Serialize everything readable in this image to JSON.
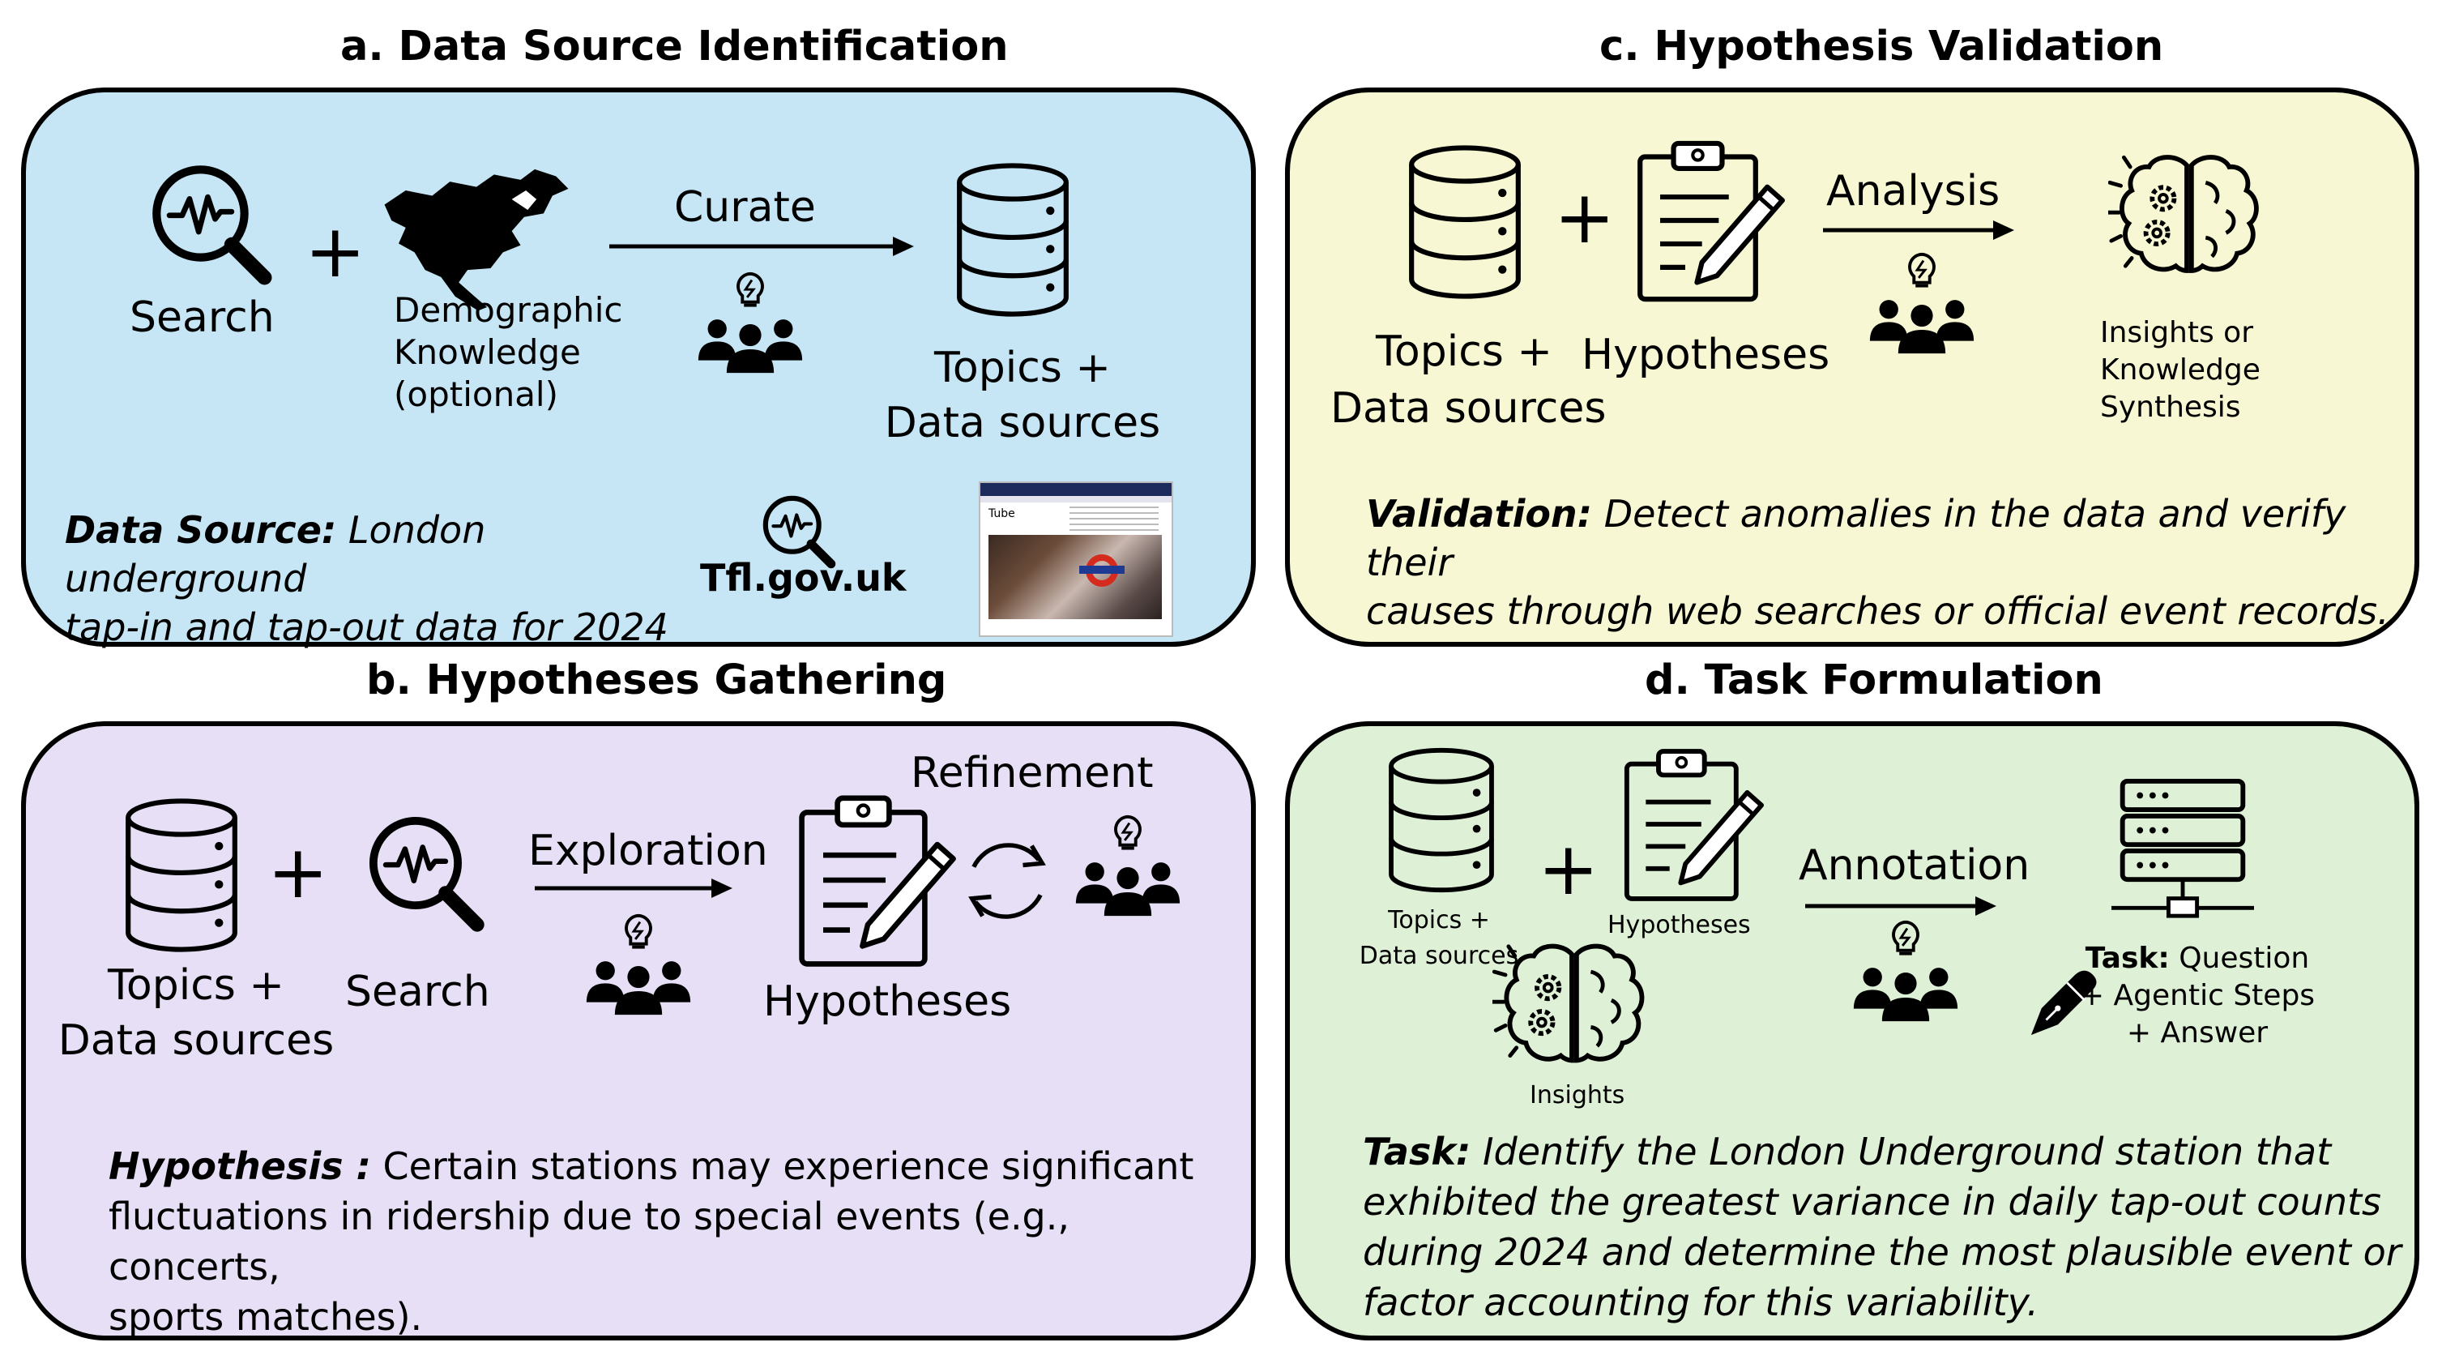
{
  "panels": {
    "a": {
      "title": "a.   Data Source Identification",
      "search_label": "Search",
      "demo_label_1": "Demographic",
      "demo_label_2": "Knowledge",
      "demo_label_3": "(optional)",
      "curate_label": "Curate",
      "topics_label_1": "Topics +",
      "topics_label_2": "Data sources",
      "source_label": "Data Source:",
      "source_text_1": " London underground",
      "source_text_2": "tap-in and tap-out data for 2024",
      "site_label": "Tfl.gov.uk",
      "browser_heading": "Tube"
    },
    "b": {
      "title": "b. Hypotheses Gathering",
      "topics_label_1": "Topics +",
      "topics_label_2": "Data sources",
      "search_label": "Search",
      "exploration_label": "Exploration",
      "refinement_label": "Refinement",
      "hypotheses_label": "Hypotheses",
      "hypothesis_label": "Hypothesis :",
      "hypothesis_text_1": " Certain stations may experience significant",
      "hypothesis_text_2": "fluctuations in ridership due to special events (e.g., concerts,",
      "hypothesis_text_3": "sports matches)."
    },
    "c": {
      "title": "c. Hypothesis Validation",
      "topics_label_1": "Topics  +",
      "topics_label_2": "Data sources",
      "hypotheses_label": "Hypotheses",
      "analysis_label": "Analysis",
      "insights_label_1": "Insights or",
      "insights_label_2": "Knowledge",
      "insights_label_3": "Synthesis",
      "validation_label": "Validation:",
      "validation_text_1": " Detect anomalies in the data and verify their",
      "validation_text_2": "causes through web searches or official event records."
    },
    "d": {
      "title": "d.  Task Formulation",
      "topics_label_1": "Topics +",
      "topics_label_2": "Data sources",
      "hypotheses_label": "Hypotheses",
      "insights_label": "Insights",
      "annotation_label": "Annotation",
      "task_bold": "Task:",
      "task_rest": " Question",
      "task_line_2": "+ Agentic Steps",
      "task_line_3": "+ Answer",
      "task_label": "Task:",
      "task_text_1": "  Identify the London Underground station that",
      "task_text_2": "exhibited the greatest variance in daily tap-out counts",
      "task_text_3": "during 2024 and determine the most plausible event or",
      "task_text_4": "factor accounting for this variability."
    }
  },
  "plus_sign": "+",
  "colors": {
    "panel_a": "#c6e6f5",
    "panel_b": "#e6dff5",
    "panel_c": "#f8f7d3",
    "panel_d": "#def0d6",
    "stroke": "#000000"
  },
  "icons": [
    "search-icon",
    "world-map-icon",
    "database-icon",
    "team-idea-icon",
    "clipboard-pencil-icon",
    "refresh-cycle-icon",
    "brain-gears-icon",
    "server-icon",
    "fountain-pen-icon",
    "arrow-icon"
  ]
}
